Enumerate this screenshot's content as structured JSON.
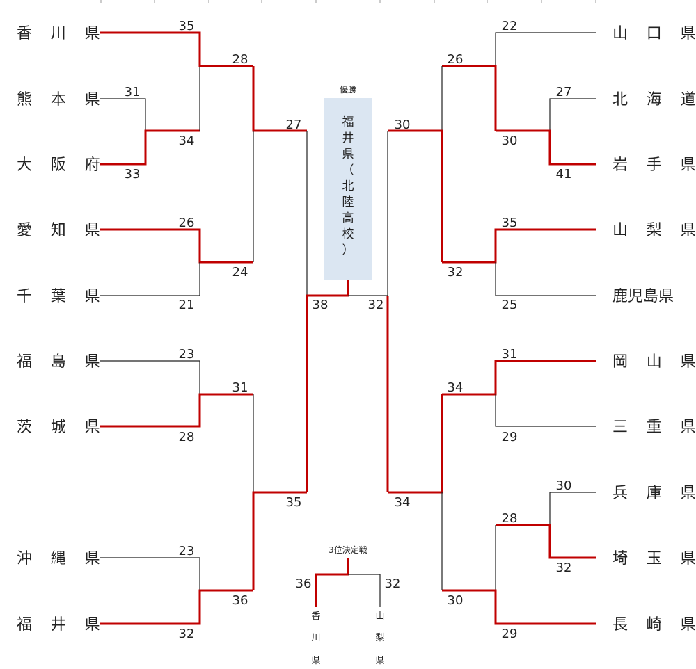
{
  "champion": {
    "label": "優勝",
    "chars": [
      "福",
      "井",
      "県",
      "（",
      "北",
      "陸",
      "高",
      "校",
      "）"
    ]
  },
  "left_teams": [
    "香 川 県",
    "熊 本 県",
    "大 阪 府",
    "愛 知 県",
    "千 葉 県",
    "福 島 県",
    "茨 城 県",
    "沖 縄 県",
    "福 井 県"
  ],
  "right_teams": [
    "山 口 県",
    "北 海 道",
    "岩 手 県",
    "山 梨 県",
    "鹿児島県",
    "岡 山 県",
    "三 重 県",
    "兵 庫 県",
    "埼 玉 県",
    "長 崎 県"
  ],
  "scores": {
    "l_kagawa_r1": "35",
    "l_kumamoto_r0": "31",
    "l_kumaosaka_r1": "34",
    "l_osaka_r0": "33",
    "l_top_r2": "28",
    "l_aichi_r1": "26",
    "l_chiba_r1": "21",
    "l_aichichiba_r2": "24",
    "l_top_r3": "27",
    "l_fukushima_r1": "23",
    "l_ibaraki_r1": "28",
    "l_fi_r2": "31",
    "l_okinawa_r1": "23",
    "l_fukui_r1": "32",
    "l_of_r2": "36",
    "l_bottom_r3": "35",
    "final_left": "38",
    "final_right": "32",
    "r_yamaguchi_r1": "22",
    "r_hokkaido_r0": "27",
    "r_iwate_r0": "41",
    "r_hi_r1": "30",
    "r_top_r2": "26",
    "r_yamanashi_r1": "35",
    "r_kagoshima_r1": "25",
    "r_yk_r2": "32",
    "r_top_r3": "30",
    "r_okayama_r1": "31",
    "r_mie_r1": "29",
    "r_om_r2": "34",
    "r_hyogo_r0": "30",
    "r_saitama_r0": "32",
    "r_hs_r1": "28",
    "r_nagasaki_r1": "29",
    "r_bottom_r2": "30",
    "r_bottom_r3": "34"
  },
  "third_place": {
    "title": "3位決定戦",
    "left_score": "36",
    "right_score": "32",
    "left_chars": [
      "香",
      "川",
      "県"
    ],
    "right_chars": [
      "山",
      "梨",
      "県"
    ]
  },
  "colors": {
    "winner_line": "#c00000",
    "line": "#222222",
    "champion_box": "#dbe6f2"
  }
}
